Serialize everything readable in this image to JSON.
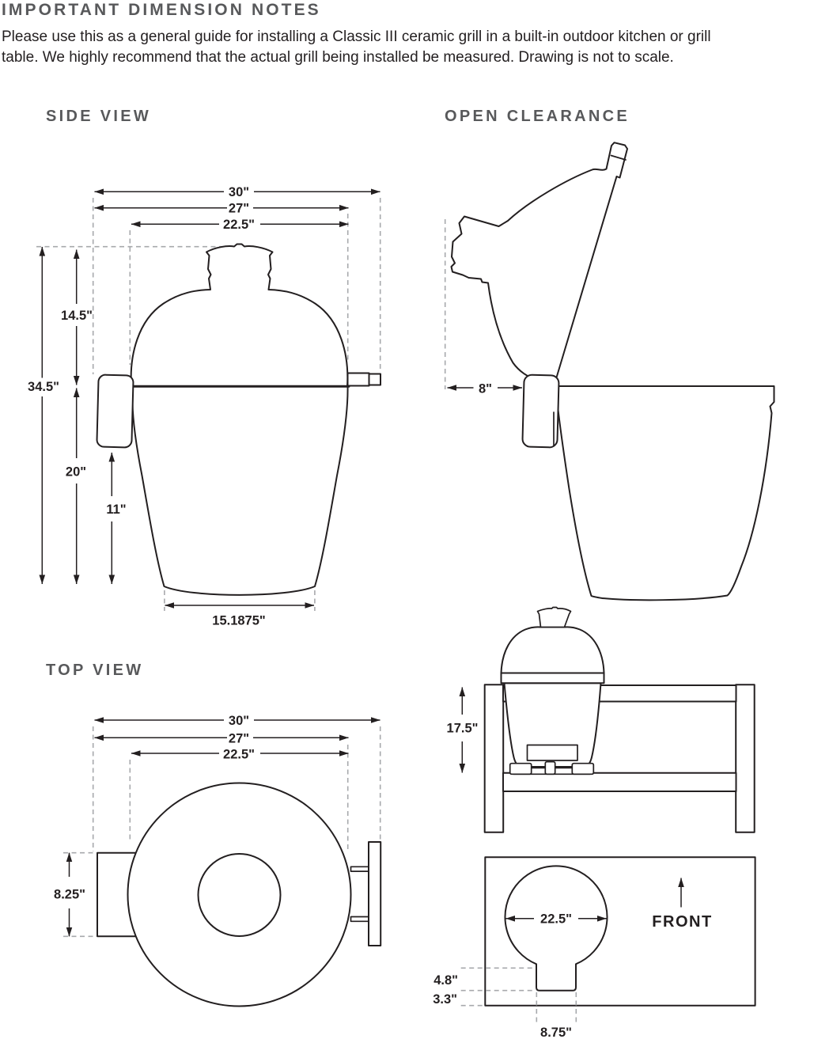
{
  "header": {
    "title": "IMPORTANT DIMENSION NOTES",
    "body_line1": "Please use this as a general guide for installing a Classic III ceramic grill in a built-in outdoor kitchen or grill",
    "body_line2": "table. We highly recommend that the actual grill being installed be measured. Drawing is not to scale."
  },
  "side_view": {
    "title": "SIDE VIEW",
    "width_total": "30\"",
    "width_band": "27\"",
    "width_dome": "22.5\"",
    "height_total": "34.5\"",
    "height_lid": "14.5\"",
    "height_base": "20\"",
    "height_below_handle": "11\"",
    "width_bottom": "15.1875\""
  },
  "open_clearance": {
    "title": "OPEN CLEARANCE",
    "rear_clearance": "8\""
  },
  "top_view": {
    "title": "TOP VIEW",
    "width_total": "30\"",
    "width_band": "27\"",
    "width_dome": "22.5\"",
    "hinge_depth": "8.25\""
  },
  "built_in_view": {
    "stand_opening_height": "17.5\""
  },
  "cutout_template": {
    "front_label": "FRONT",
    "circle_diameter": "22.5\"",
    "slot_depth": "4.8\"",
    "rear_margin": "3.3\"",
    "slot_width": "8.75\""
  },
  "colors": {
    "ink": "#231f20",
    "heading": "#58595b",
    "dash": "#a7a9ac",
    "bg": "#ffffff"
  }
}
